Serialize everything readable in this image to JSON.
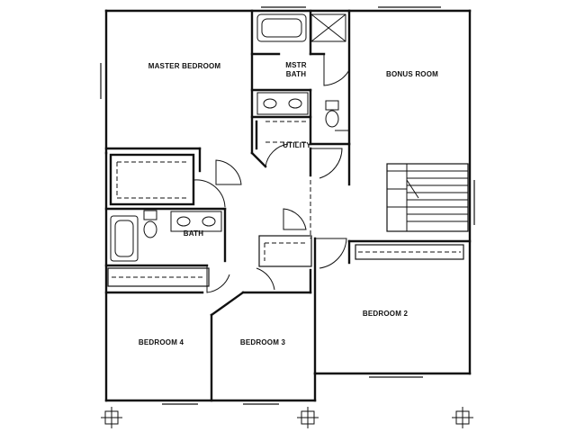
{
  "rooms": {
    "master_bedroom": "MASTER BEDROOM",
    "mstr_bath_line1": "MSTR",
    "mstr_bath_line2": "BATH",
    "bonus_room": "BONUS ROOM",
    "utility": "UTILITY",
    "bath": "BATH",
    "bedroom_2": "BEDROOM 2",
    "bedroom_4": "BEDROOM 4",
    "bedroom_3": "BEDROOM 3"
  },
  "colors": {
    "line": "#111111",
    "background": "#ffffff"
  }
}
